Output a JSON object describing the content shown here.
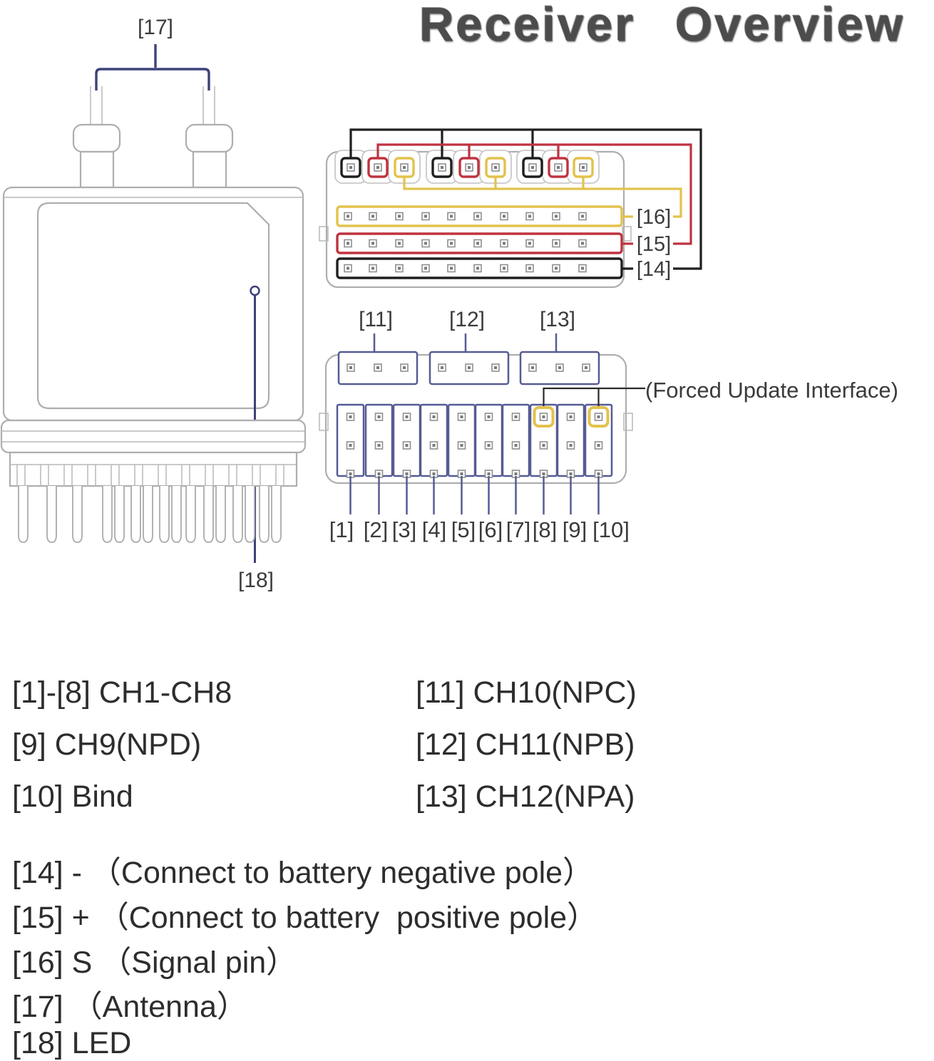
{
  "title": "Receiver Overview",
  "receiver": {
    "antenna_label": "[17]",
    "led_label": "[18]"
  },
  "power_connector": {
    "signal_label": "[16]",
    "positive_label": "[15]",
    "negative_label": "[14]"
  },
  "channel_connector": {
    "top_labels": [
      "[11]",
      "[12]",
      "[13]"
    ],
    "forced_update_label": "(Forced Update Interface)",
    "bottom_labels": [
      "[1]",
      "[2]",
      "[3]",
      "[4]",
      "[5]",
      "[6]",
      "[7]",
      "[8]",
      "[9]",
      "[10]"
    ]
  },
  "legend": {
    "col1": [
      "[1]-[8] CH1-CH8",
      "[9] CH9(NPD)",
      "[10] Bind"
    ],
    "col2": [
      "[11] CH10(NPC)",
      "[12] CH11(NPB)",
      "[13] CH12(NPA)"
    ],
    "rows": [
      "[14] - （Connect to battery negative pole）",
      "[15] + （Connect to battery  positive pole）",
      "[16] S （Signal pin）",
      "[17] （Antenna）",
      "[18] LED"
    ]
  },
  "colors": {
    "negative_wire": "#1f1f1f",
    "positive_wire": "#bf3340",
    "signal_wire": "#e3c24c",
    "connector_blue": "#565b94",
    "antenna_navy": "#3d4179",
    "outline_gray": "#aeaeae",
    "title_gray": "#4c4c4c"
  }
}
